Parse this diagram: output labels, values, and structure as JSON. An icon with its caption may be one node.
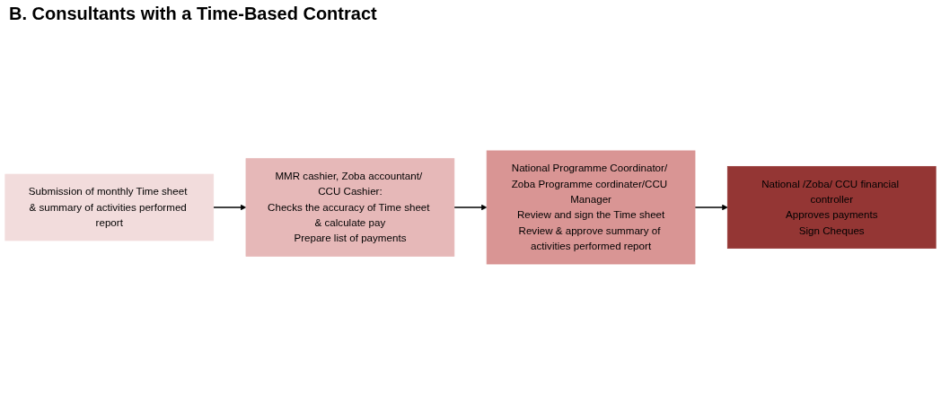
{
  "diagram": {
    "title": "B. Consultants with a Time-Based Contract",
    "nodes": [
      {
        "text": [
          "Submission of monthly Time sheet & summary of activities performed report"
        ]
      },
      {
        "text": [
          "MMR cashier, Zoba accountant/ CCU Cashier:",
          "Checks the accuracy of Time sheet & calculate pay",
          "Prepare list of payments"
        ]
      },
      {
        "text": [
          "National Programme Coordinator/ Zoba Programme cordinater/CCU Manager",
          "Review and sign the Time sheet",
          "Review & approve summary of activities performed report"
        ]
      },
      {
        "text": [
          "National /Zoba/ CCU financial controller",
          "Approves payments",
          "Sign Cheques"
        ]
      }
    ],
    "edges": [
      {
        "from": 0,
        "to": 1,
        "arrow": "to"
      },
      {
        "from": 1,
        "to": 2,
        "arrow": "to"
      },
      {
        "from": 2,
        "to": 3,
        "arrow": "to"
      }
    ]
  }
}
